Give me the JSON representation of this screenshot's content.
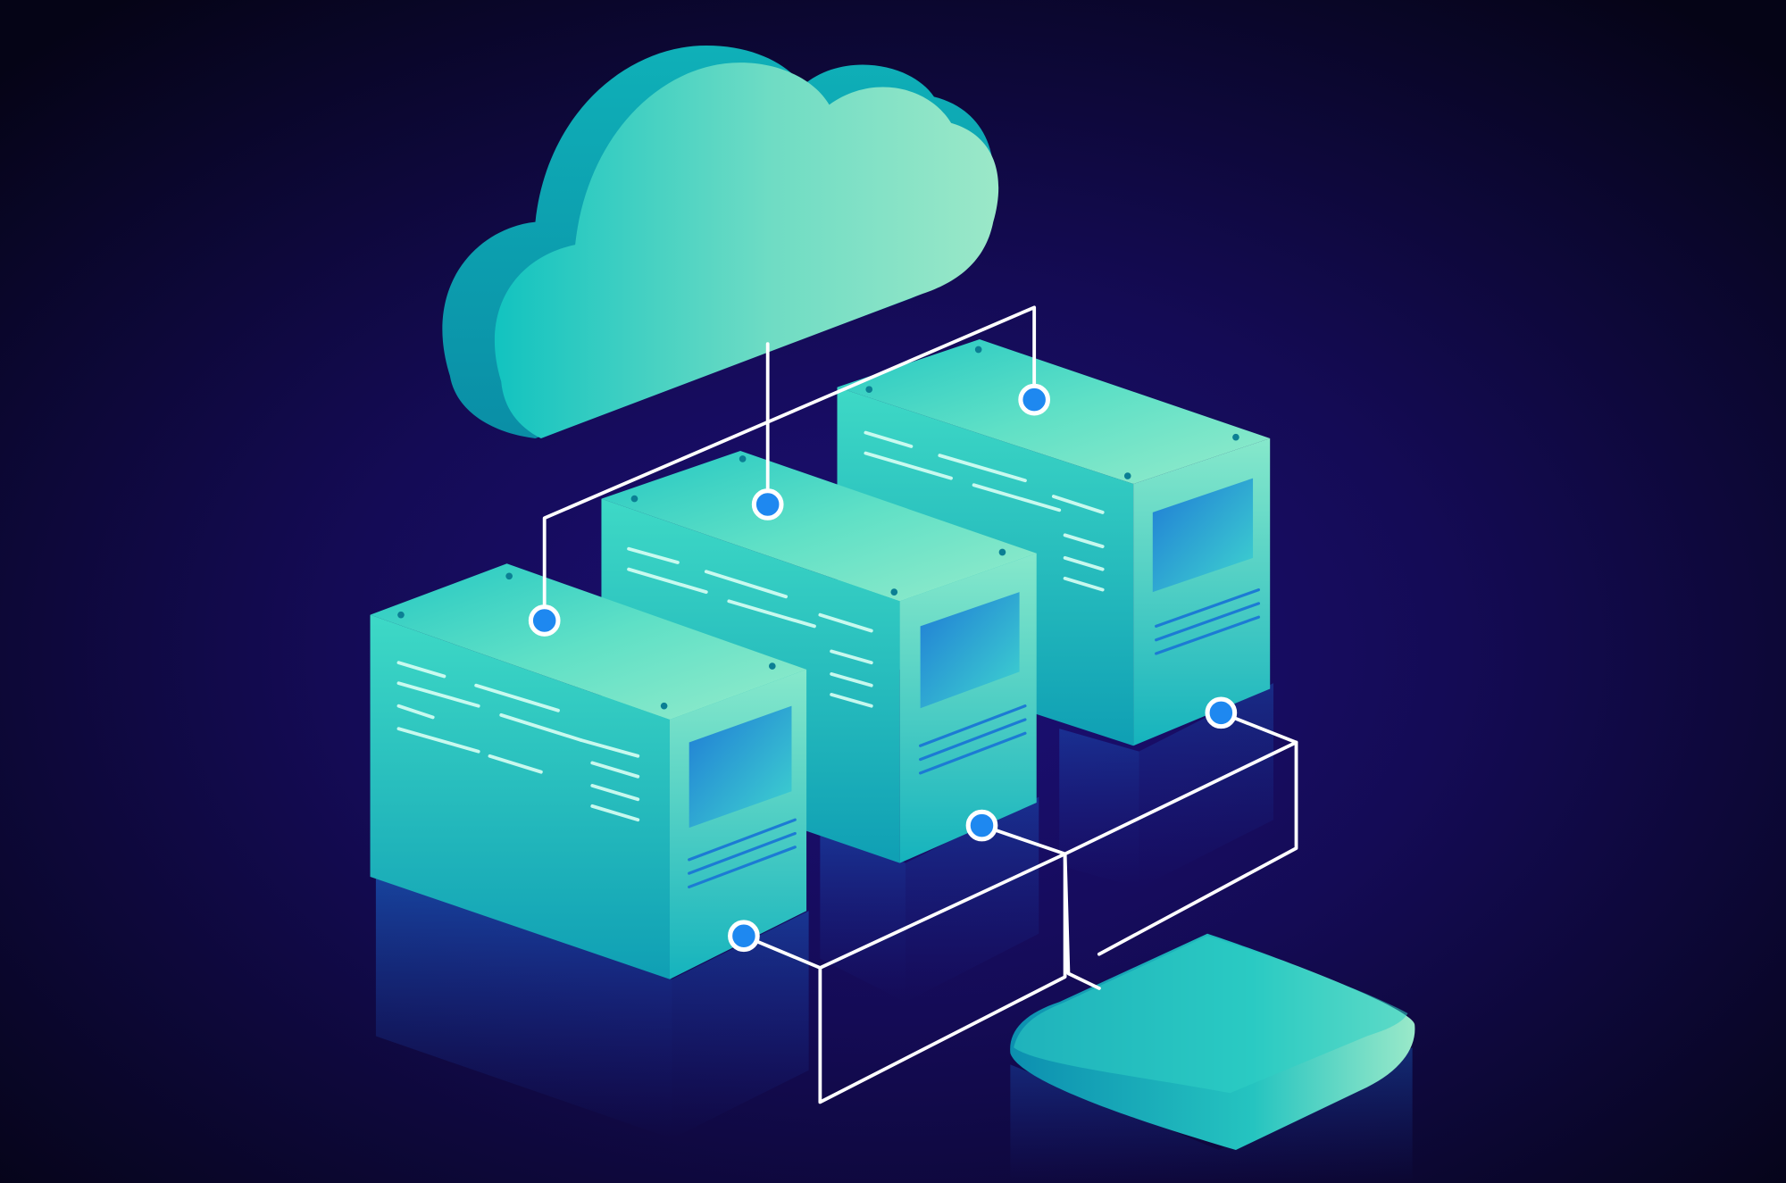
{
  "scene": {
    "subject": "cloud-server-network",
    "colors": {
      "background_center": "#1c0f78",
      "background_mid": "#140b55",
      "background_edge": "#050416",
      "teal_light": "#8be8c5",
      "teal_mid": "#17c9c1",
      "teal_dark": "#0b8fa8",
      "screen_blue": "#1a83d8",
      "node_blue": "#1e88f0",
      "wire_white": "#ffffff"
    },
    "icons": [
      "cloud-icon",
      "server-icon",
      "storage-disk-icon",
      "connection-node-icon"
    ],
    "server_count": 3,
    "node_count": 6
  }
}
